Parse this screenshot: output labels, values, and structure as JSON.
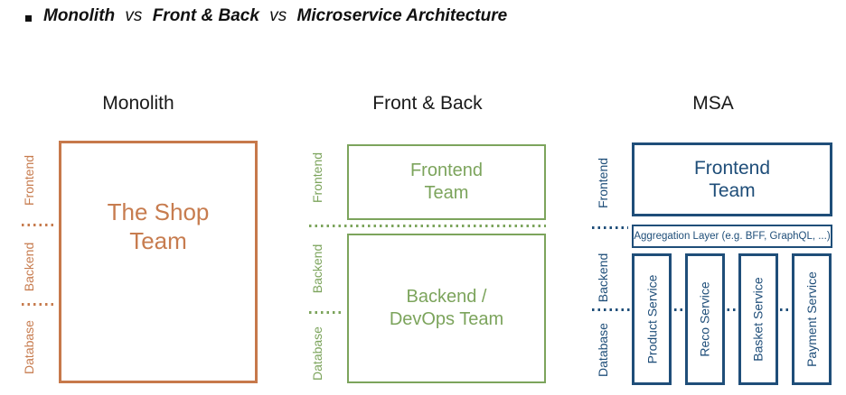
{
  "title": {
    "part1": "Monolith",
    "vs1": "vs",
    "part2": "Front & Back",
    "vs2": "vs",
    "part3": "Microservice Architecture"
  },
  "icons": {
    "bullet": "square-bullet"
  },
  "colors": {
    "monolith_orange": "#C7794B",
    "frontback_green": "#7CA45C",
    "msa_blue": "#1F4E79",
    "header_text": "#1A1A1A"
  },
  "columns": {
    "monolith": {
      "title": "Monolith",
      "layers": {
        "frontend": "Frontend",
        "backend": "Backend",
        "database": "Database"
      },
      "team_box": {
        "line1": "The Shop",
        "line2": "Team"
      }
    },
    "front_back": {
      "title": "Front & Back",
      "layers": {
        "frontend": "Frontend",
        "backend": "Backend",
        "database": "Database"
      },
      "frontend_box": {
        "line1": "Frontend",
        "line2": "Team"
      },
      "backend_box": {
        "line1": "Backend /",
        "line2": "DevOps Team"
      }
    },
    "msa": {
      "title": "MSA",
      "layers": {
        "frontend": "Frontend",
        "backend": "Backend",
        "database": "Database"
      },
      "frontend_box": {
        "line1": "Frontend",
        "line2": "Team"
      },
      "aggregation_label": "Aggregation Layer (e.g. BFF, GraphQL, ...)",
      "services": [
        "Product Service",
        "Reco Service",
        "Basket Service",
        "Payment Service"
      ]
    }
  }
}
